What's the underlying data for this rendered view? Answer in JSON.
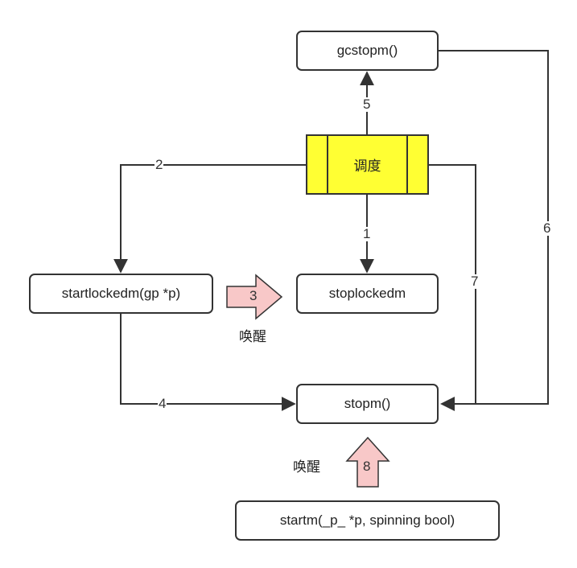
{
  "nodes": {
    "gcstopm": "gcstopm()",
    "schedule": "调度",
    "startlockedm": "startlockedm(gp *p)",
    "stoplockedm": "stoplockedm",
    "stopm": "stopm()",
    "startm": "startm(_p_ *p, spinning bool)"
  },
  "edges": {
    "e1": "1",
    "e2": "2",
    "e3": "3",
    "e4": "4",
    "e5": "5",
    "e6": "6",
    "e7": "7",
    "e8": "8"
  },
  "wake_labels": {
    "wake_a": "唤醒",
    "wake_b": "唤醒"
  },
  "colors": {
    "schedule_fill": "#ffff33",
    "wake_arrow_fill": "#f8c8c8",
    "line": "#333333"
  }
}
